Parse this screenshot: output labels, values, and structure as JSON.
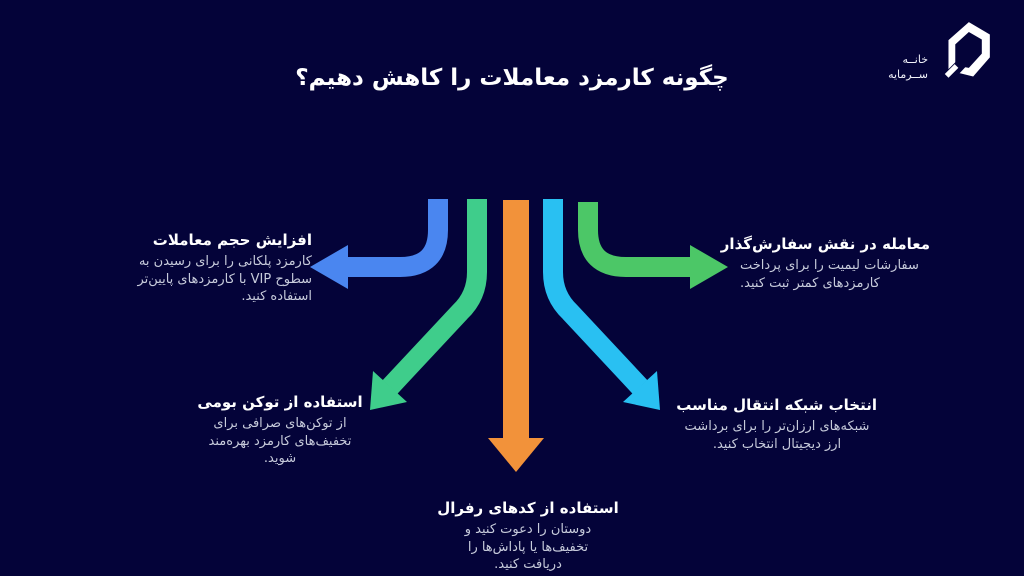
{
  "colors": {
    "background": "#040339",
    "title_text": "#ffffff",
    "body_text": "#c7cbdb",
    "blue": "#4a86f0",
    "green": "#4cc767",
    "mint": "#3fcd8b",
    "cyan": "#29c0f2",
    "orange": "#f2923a",
    "logo_white": "#ffffff"
  },
  "header": {
    "title": "چگونه کارمزد معاملات را کاهش دهیم؟"
  },
  "logo": {
    "brand_name": "خانه سرمایه",
    "line1": "خانــه",
    "line2": "ســرمایه"
  },
  "items": [
    {
      "id": "increase-trade-volume",
      "direction": "left",
      "color": "#4a86f0",
      "title": "افزایش حجم معاملات",
      "lines": [
        "کارمزد پلکانی را برای رسیدن به",
        "سطوح VIP با کارمزدهای پایین‌تر",
        "استفاده کنید."
      ]
    },
    {
      "id": "trade-as-order-maker",
      "direction": "right",
      "color": "#4cc767",
      "title": "معامله در نقش سفارش‌گذار",
      "lines": [
        "سفارشات لیمیت را برای پرداخت",
        "کارمزدهای کمتر ثبت کنید."
      ]
    },
    {
      "id": "use-native-token",
      "direction": "down-left",
      "color": "#3fcd8b",
      "title": "استفاده از توکن بومی",
      "lines": [
        "از توکن‌های صرافی برای",
        "تخفیف‌های کارمزد بهره‌مند",
        "شوید."
      ]
    },
    {
      "id": "choose-transfer-network",
      "direction": "down-right",
      "color": "#29c0f2",
      "title": "انتخاب شبکه انتقال مناسب",
      "lines": [
        "شبکه‌های ارزان‌تر را برای برداشت",
        "ارز دیجیتال انتخاب کنید."
      ]
    },
    {
      "id": "use-referral-codes",
      "direction": "down",
      "color": "#f2923a",
      "title": "استفاده از کدهای رفرال",
      "lines": [
        "دوستان را دعوت کنید و",
        "تخفیف‌ها یا پاداش‌ها را",
        "دریافت کنید."
      ]
    }
  ]
}
